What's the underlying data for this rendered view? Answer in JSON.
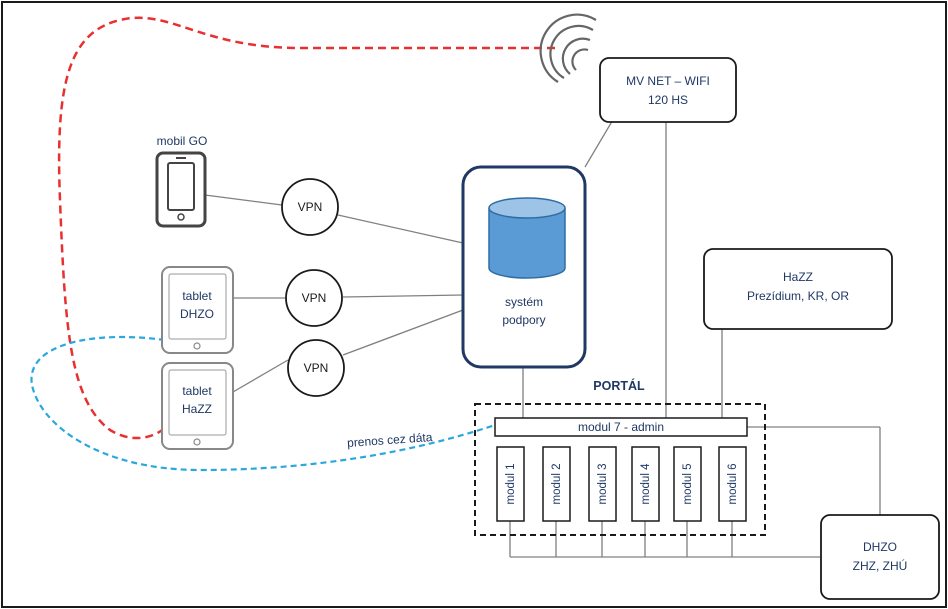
{
  "labels": {
    "mobil_go": "mobil GO",
    "vpn_1": "VPN",
    "vpn_2": "VPN",
    "vpn_3": "VPN",
    "tablet_dhzo_line1": "tablet",
    "tablet_dhzo_line2": "DHZO",
    "tablet_hazz_line1": "tablet",
    "tablet_hazz_line2": "HaZZ",
    "system_line1": "systém",
    "system_line2": "podpory",
    "mvnet_line1": "MV NET – WIFI",
    "mvnet_line2": "120 HS",
    "hazz_line1": "HaZZ",
    "hazz_line2": "Prezídium, KR, OR",
    "portal": "PORTÁL",
    "modul7": "modul 7 - admin",
    "modules": [
      "modul 1",
      "modul 2",
      "modul 3",
      "modul 4",
      "modul 5",
      "modul 6"
    ],
    "prenos": "prenos cez dáta",
    "dhzo_line1": "DHZO",
    "dhzo_line2": "ZHZ, ZHÚ"
  },
  "colors": {
    "box_border": "#1f3864",
    "text": "#1f3864",
    "line": "#808080",
    "cylinder_fill": "#5b9bd5",
    "cylinder_top": "#9dc3e6",
    "red_dash": "#e83030",
    "blue_dash": "#2aa7de",
    "device": "#555555"
  }
}
